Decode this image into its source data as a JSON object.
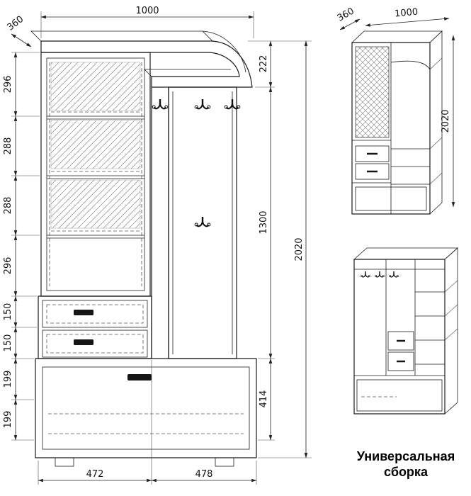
{
  "front_view": {
    "width_top": "1000",
    "depth_top": "360",
    "left_dims": [
      "296",
      "288",
      "288",
      "296",
      "150",
      "150",
      "199",
      "199"
    ],
    "right_dims": {
      "upper": "222",
      "middle": "1300",
      "lower": "414",
      "overall": "2020"
    },
    "bottom_dims": [
      "472",
      "478"
    ]
  },
  "assembled_view": {
    "depth": "360",
    "width": "1000",
    "height": "2020"
  },
  "caption": {
    "line1": "Универсальная",
    "line2": "сборка"
  },
  "colors": {
    "ink": "#1c1c1c",
    "paper": "#ffffff"
  }
}
